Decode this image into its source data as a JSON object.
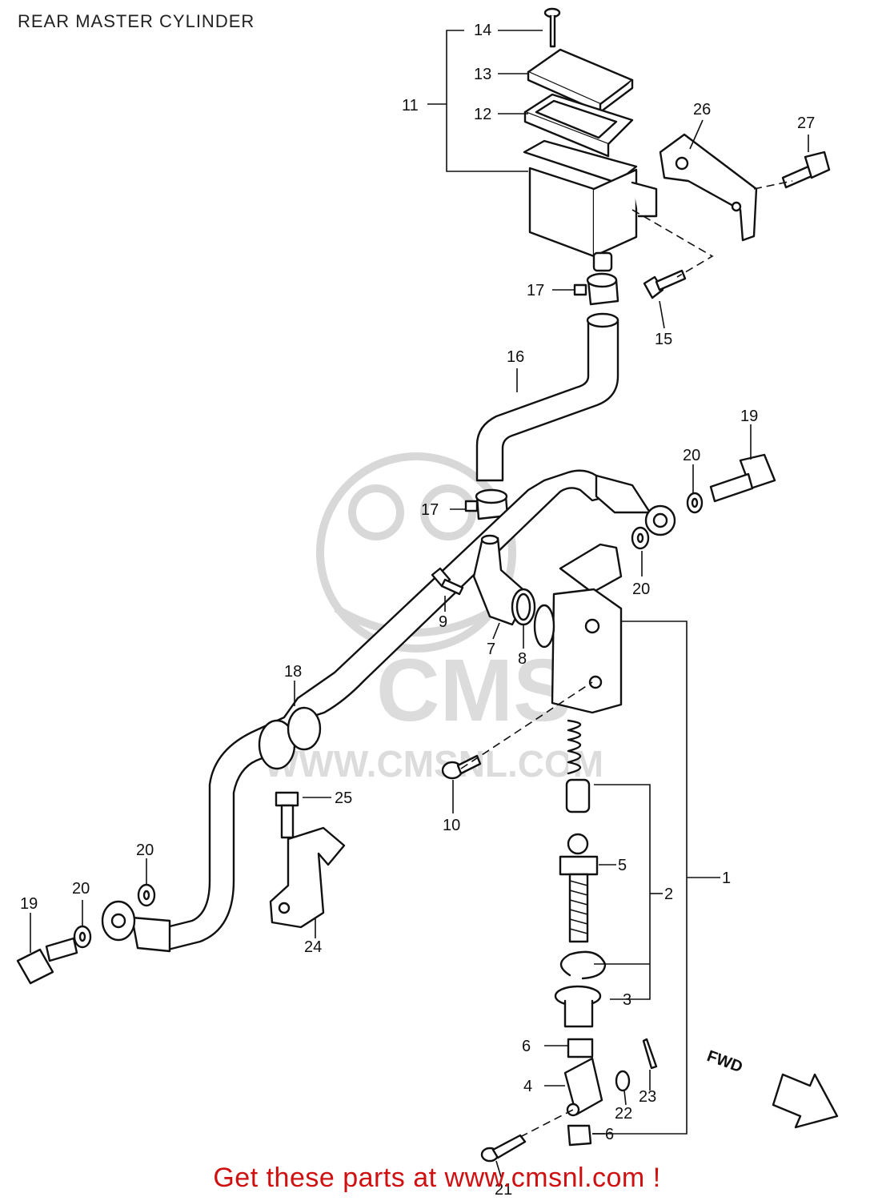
{
  "title": "REAR MASTER CYLINDER",
  "watermark": {
    "brand": "CMS",
    "url": "WWW.CMSNL.COM"
  },
  "footer": "Get these parts at www.cmsnl.com !",
  "direction_label": "FWD",
  "callouts": {
    "c1": "1",
    "c2": "2",
    "c3": "3",
    "c4": "4",
    "c5": "5",
    "c6a": "6",
    "c6b": "6",
    "c7": "7",
    "c8": "8",
    "c9": "9",
    "c10": "10",
    "c11": "11",
    "c12": "12",
    "c13": "13",
    "c14": "14",
    "c15": "15",
    "c16": "16",
    "c17a": "17",
    "c17b": "17",
    "c18": "18",
    "c19a": "19",
    "c19b": "19",
    "c20a": "20",
    "c20b": "20",
    "c20c": "20",
    "c20d": "20",
    "c21": "21",
    "c22": "22",
    "c23": "23",
    "c24": "24",
    "c25": "25",
    "c26": "26",
    "c27": "27"
  },
  "colors": {
    "footer": "#d01010",
    "line": "#111111",
    "watermark": "#d8d8d8"
  }
}
